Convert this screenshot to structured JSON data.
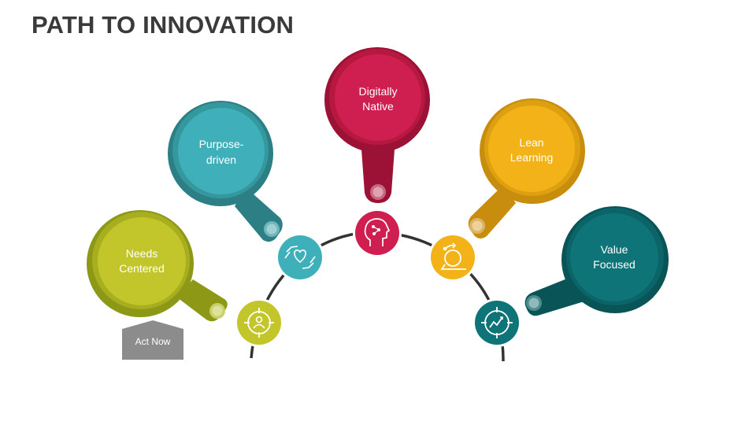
{
  "title": "PATH TO INNOVATION",
  "pins": [
    {
      "id": "needs",
      "line1": "Needs",
      "line2": "Centered",
      "color": "#c3c62a",
      "dark": "#8d9817",
      "icon": "target-person-icon"
    },
    {
      "id": "purpose",
      "line1": "Purpose-",
      "line2": "driven",
      "color": "#3fb0ba",
      "dark": "#2d7f86",
      "icon": "hands-heart-icon"
    },
    {
      "id": "digital",
      "line1": "Digitally",
      "line2": "Native",
      "color": "#cf1f51",
      "dark": "#9c1236",
      "icon": "digital-head-icon"
    },
    {
      "id": "lean",
      "line1": "Lean",
      "line2": "Learning",
      "color": "#f3b318",
      "dark": "#c88d0c",
      "icon": "process-loop-icon"
    },
    {
      "id": "value",
      "line1": "Value",
      "line2": "Focused",
      "color": "#0e7478",
      "dark": "#095457",
      "icon": "chart-target-icon"
    }
  ],
  "act_now": {
    "label": "Act Now",
    "color": "#8c8c8c"
  },
  "arc_color": "#333333"
}
